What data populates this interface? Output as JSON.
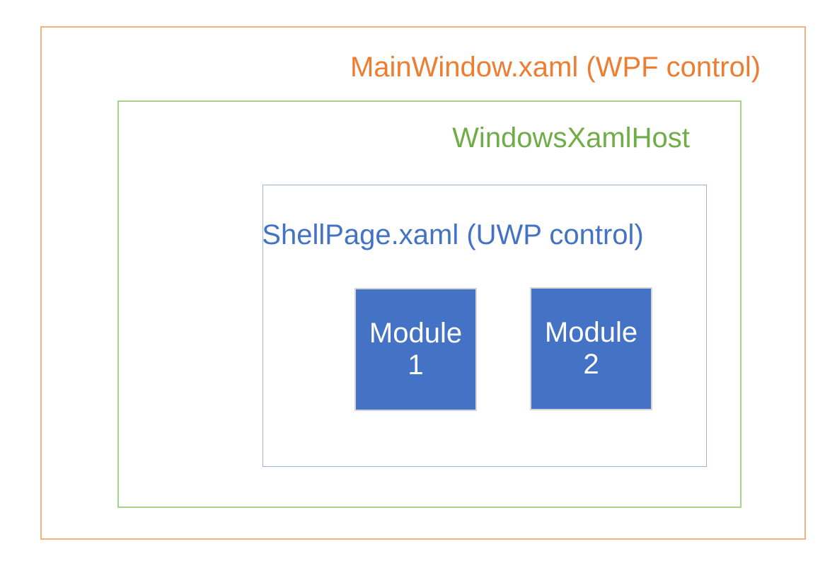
{
  "diagram": {
    "background": "#FFFFFF",
    "mainwindow": {
      "label": "MainWindow.xaml (WPF control)",
      "text_color": "#ED7D31",
      "border_color": "#F4B183"
    },
    "windowsxamlhost": {
      "label": "WindowsXamlHost",
      "text_color": "#70AD47",
      "border_color": "#A9D18E"
    },
    "shellpage": {
      "label": "ShellPage.xaml (UWP control)",
      "text_color": "#4472C4",
      "border_color": "#9DB3DC"
    },
    "modules": [
      {
        "label_line1": "Module",
        "label_line2": "1"
      },
      {
        "label_line1": "Module",
        "label_line2": "2"
      }
    ],
    "module_style": {
      "fill": "#4472C4",
      "text_color": "#FFFFFF",
      "border_color": "#D6D6D6"
    }
  }
}
